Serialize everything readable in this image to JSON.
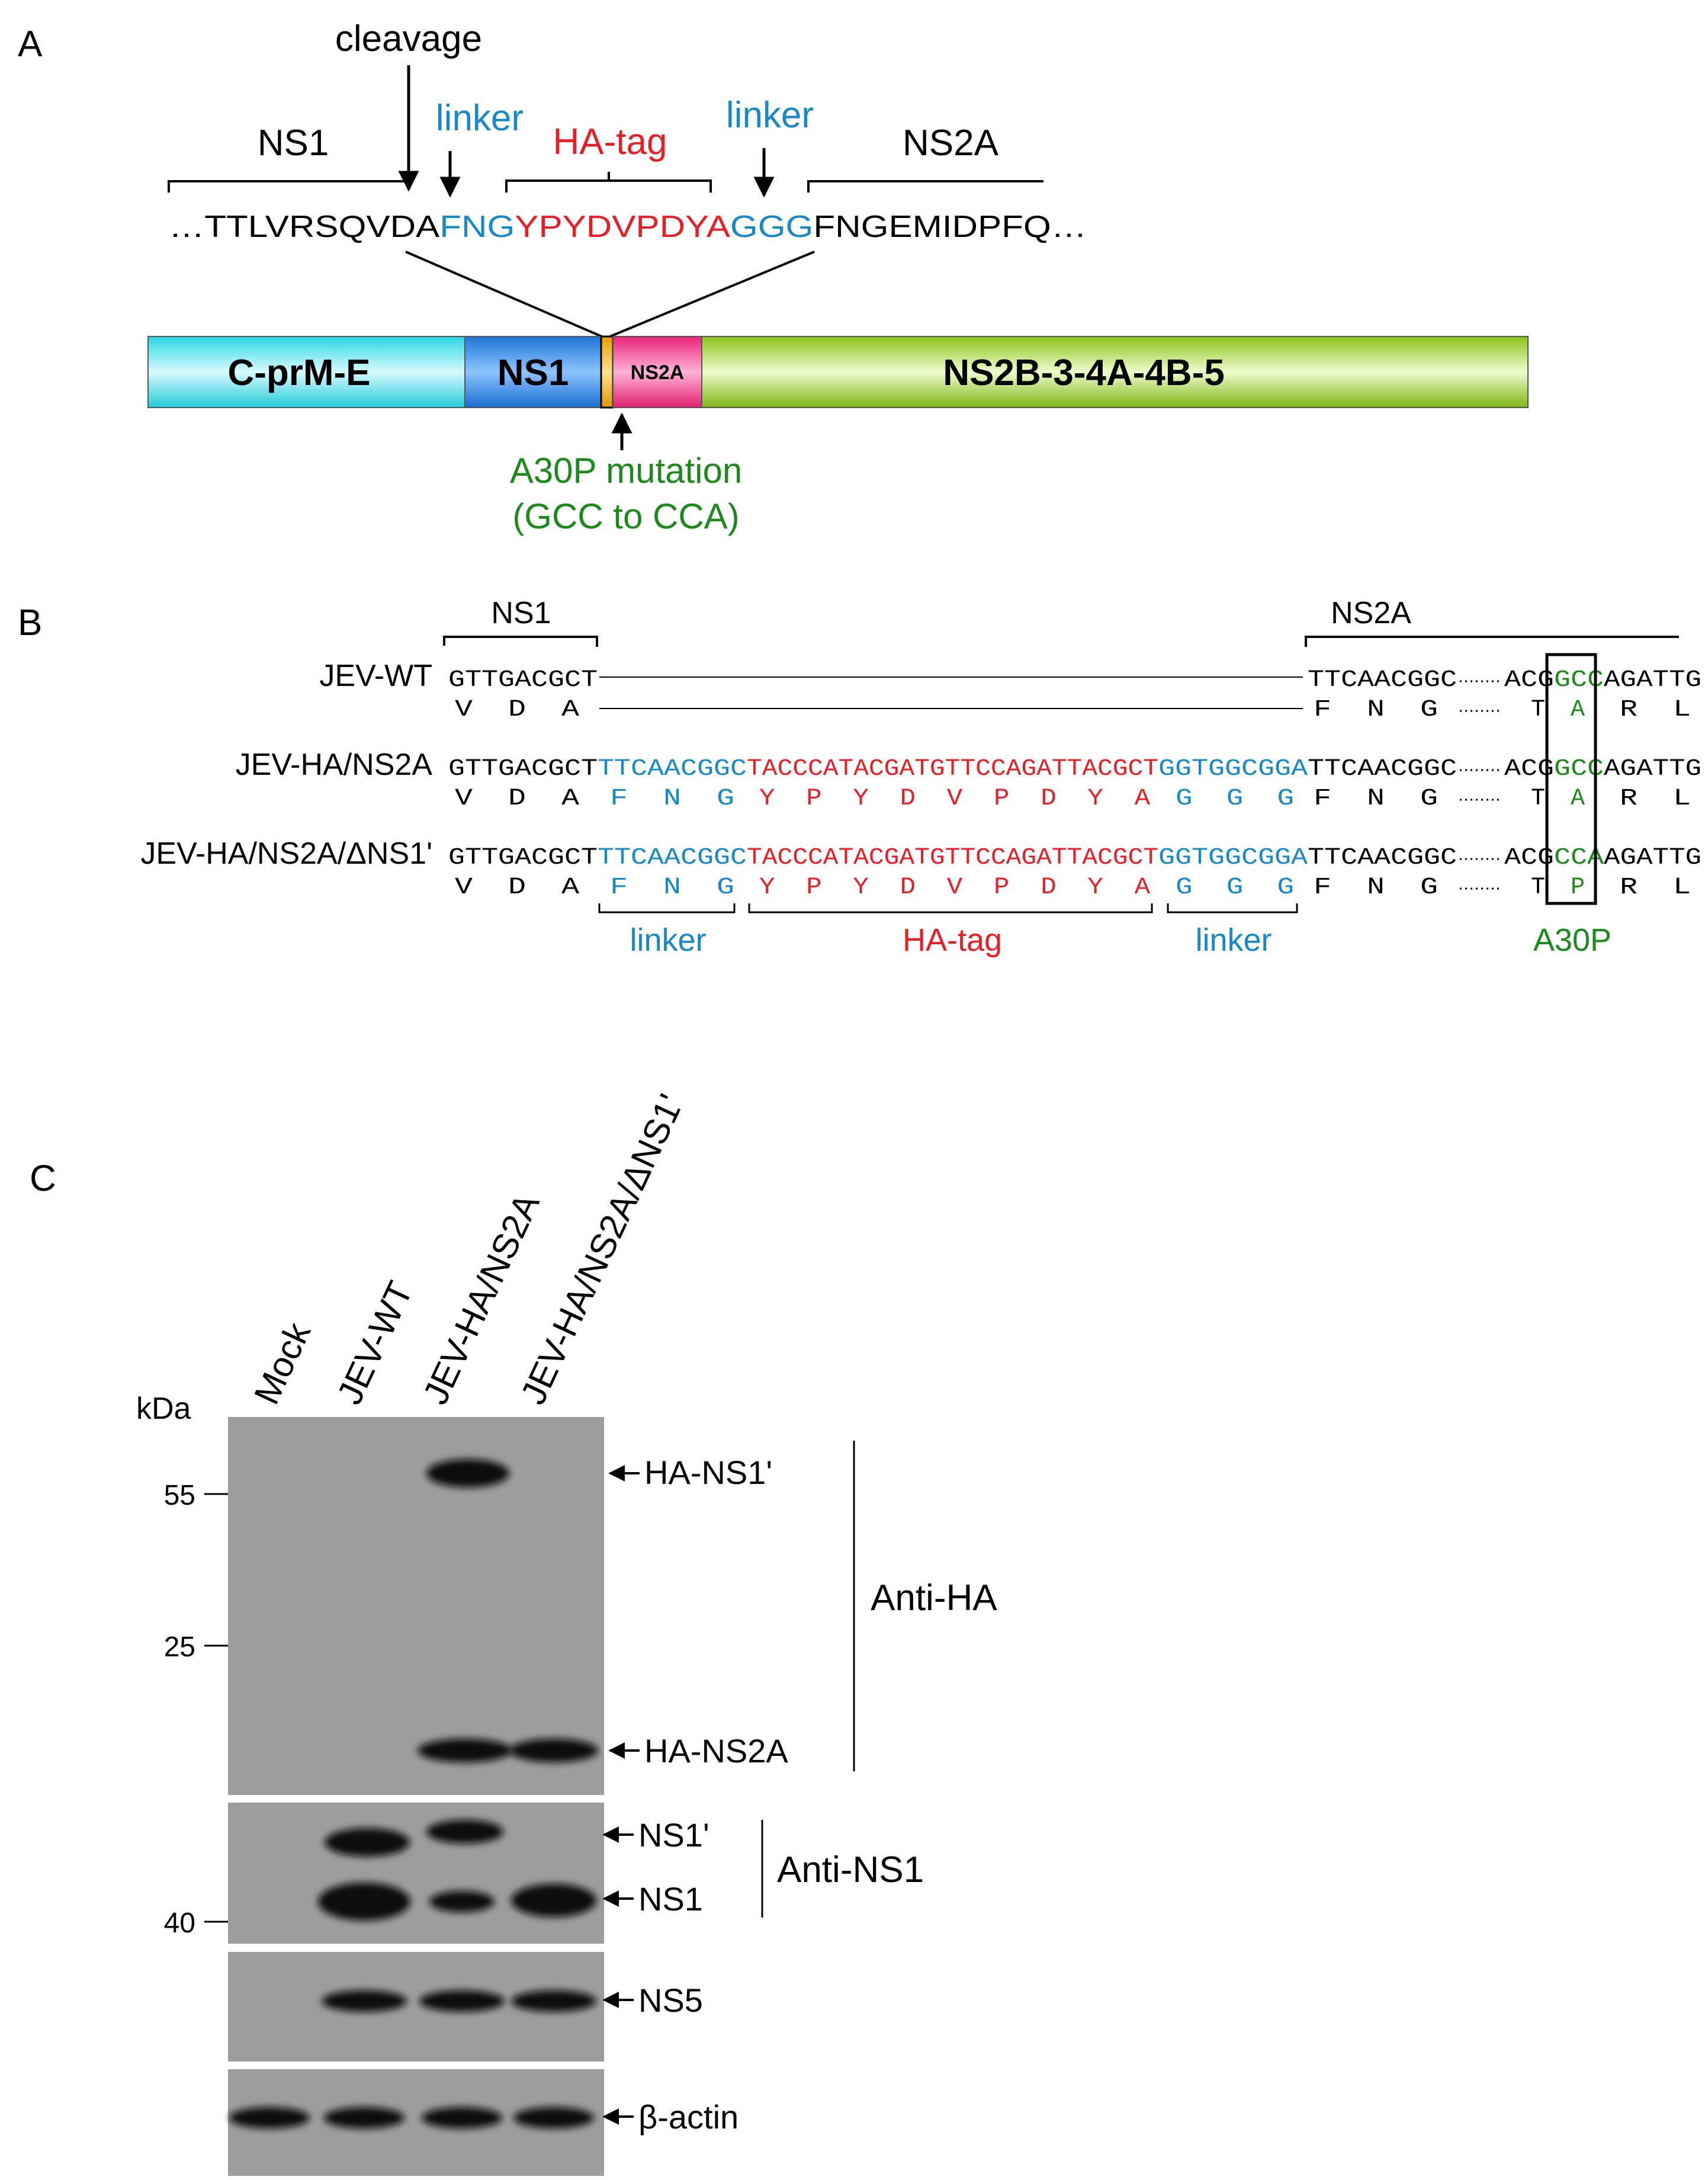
{
  "colors": {
    "black": "#000000",
    "blue": "#1789c9",
    "red": "#ea1c24",
    "green": "#1b8a1b",
    "blot_bg": "#9d9d9d",
    "band": "#0a0a0a"
  },
  "panelA": {
    "label": "A",
    "cleavage": "cleavage",
    "linker": "linker",
    "ha_tag": "HA-tag",
    "ns1": "NS1",
    "ns2a": "NS2A",
    "seq_prefix": "…TTLVRSQVDA",
    "seq_linker1": "FNG",
    "seq_ha": "YPYDVPDYA",
    "seq_linker2": "GGG",
    "seq_suffix": "FNGEMIDPFQ…",
    "genome": {
      "cprme": "C-prM-E",
      "ns1": "NS1",
      "ns2a": "NS2A",
      "rest": "NS2B-3-4A-4B-5"
    },
    "mutation_line1": "A30P mutation",
    "mutation_line2": "(GCC to CCA)"
  },
  "panelB": {
    "label": "B",
    "ns1": "NS1",
    "ns2a": "NS2A",
    "rows": [
      {
        "name": "JEV-WT",
        "nt_ns1": "GTTGACGCT",
        "nt_linker1": "",
        "nt_ha": "",
        "nt_linker2": "",
        "nt_ns2a": "TTCAACGGC",
        "nt_pre": "ACG",
        "nt_codon": "GCC",
        "nt_post": "AGATTG",
        "aa_ns1": "V  D  A",
        "aa_linker1": "",
        "aa_ha": "",
        "aa_linker2": "",
        "aa_ns2a": "F  N  G",
        "aa_t": "T",
        "aa_codon": "A",
        "aa_post": "R  L"
      },
      {
        "name": "JEV-HA/NS2A",
        "nt_ns1": "GTTGACGCT",
        "nt_linker1": "TTCAACGGC",
        "nt_ha": "TACCCATACGATGTTCCAGATTACGCT",
        "nt_linker2": "GGTGGCGGA",
        "nt_ns2a": "TTCAACGGC",
        "nt_pre": "ACG",
        "nt_codon": "GCC",
        "nt_post": "AGATTG",
        "aa_ns1": "V  D  A",
        "aa_linker1": "F  N  G",
        "aa_ha": "Y  P  Y  D  V  P  D  Y  A",
        "aa_linker2": "G  G  G",
        "aa_ns2a": "F  N  G",
        "aa_t": "T",
        "aa_codon": "A",
        "aa_post": "R  L"
      },
      {
        "name": "JEV-HA/NS2A/ΔNS1'",
        "nt_ns1": "GTTGACGCT",
        "nt_linker1": "TTCAACGGC",
        "nt_ha": "TACCCATACGATGTTCCAGATTACGCT",
        "nt_linker2": "GGTGGCGGA",
        "nt_ns2a": "TTCAACGGC",
        "nt_pre": "ACG",
        "nt_codon": "CCA",
        "nt_post": "AGATTG",
        "aa_ns1": "V  D  A",
        "aa_linker1": "F  N  G",
        "aa_ha": "Y  P  Y  D  V  P  D  Y  A",
        "aa_linker2": "G  G  G",
        "aa_ns2a": "F  N  G",
        "aa_t": "T",
        "aa_codon": "P",
        "aa_post": "R  L"
      }
    ],
    "bracket_linker1": "linker",
    "bracket_ha": "HA-tag",
    "bracket_linker2": "linker",
    "bracket_mut": "A30P"
  },
  "panelC": {
    "label": "C",
    "lanes": [
      "Mock",
      "JEV-WT",
      "JEV-HA/NS2A",
      "JEV-HA/NS2A/ΔNS1'"
    ],
    "kda": "kDa",
    "markers": {
      "m55": "55",
      "m25": "25",
      "m40": "40"
    },
    "bands": {
      "ha_ns1p": "HA-NS1'",
      "ha_ns2a": "HA-NS2A",
      "ns1p": "NS1'",
      "ns1": "NS1",
      "ns5": "NS5",
      "actin": "β-actin"
    },
    "anti_ha": "Anti-HA",
    "anti_ns1": "Anti-NS1"
  }
}
